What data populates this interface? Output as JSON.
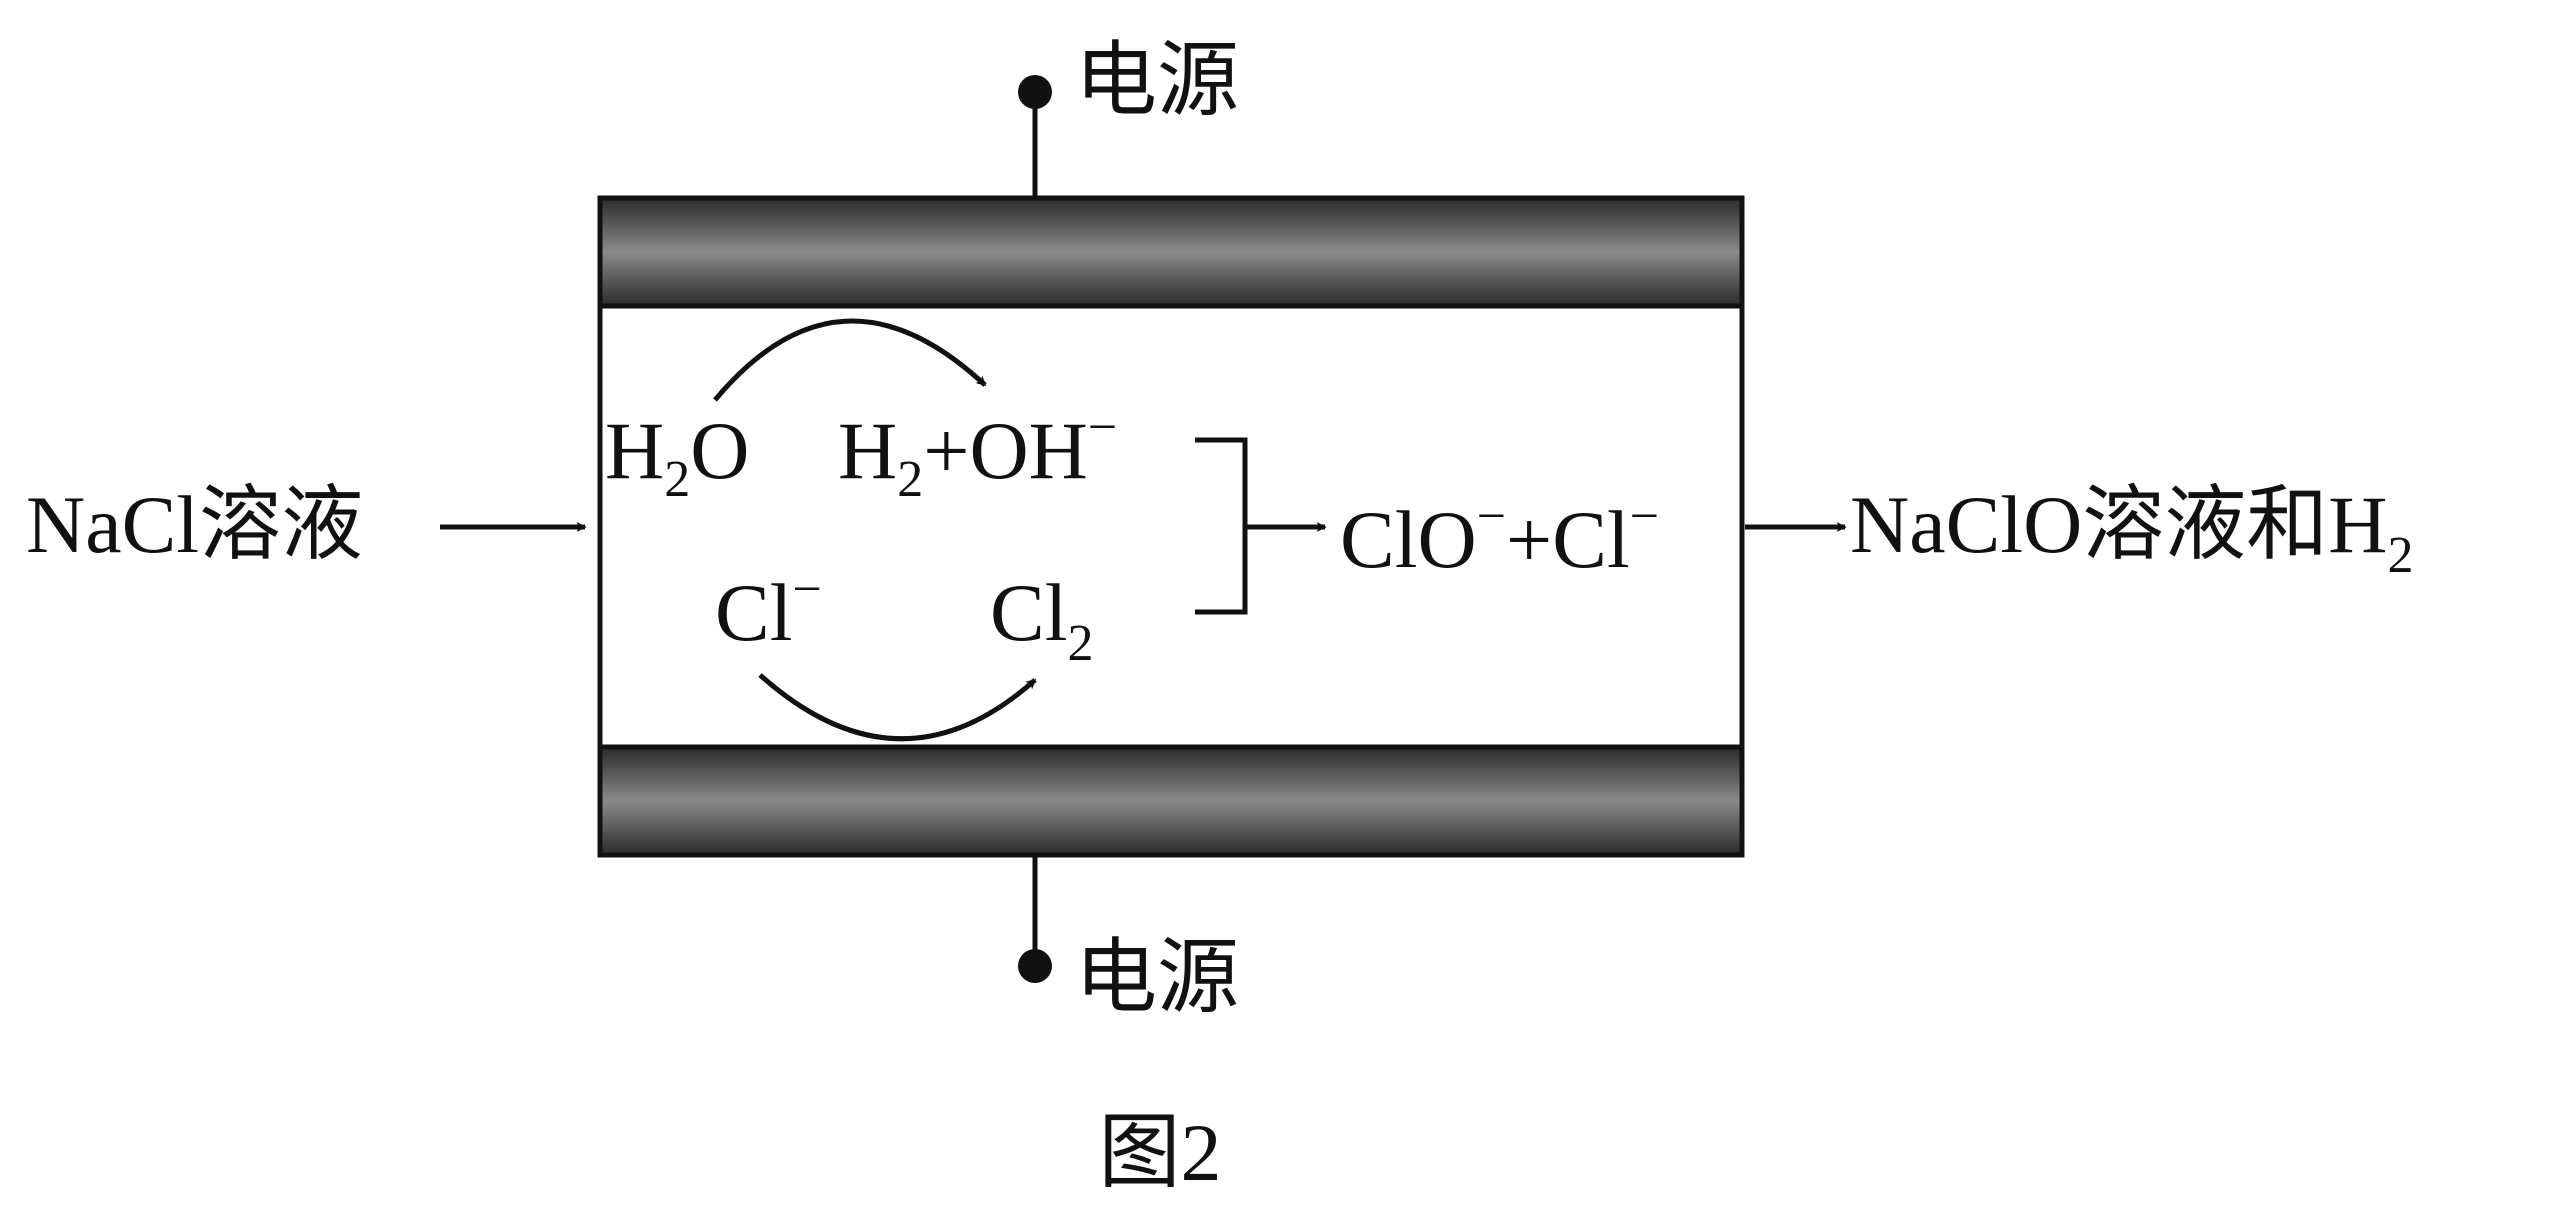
{
  "power_label": "电源",
  "input_label": "NaCl溶液",
  "output_label": "NaClO溶液和H",
  "output_sub": "2",
  "reactions": {
    "top_reactant": "H",
    "top_reactant_sub": "2",
    "top_reactant_rest": "O",
    "top_product_h": "H",
    "top_product_h_sub": "2",
    "top_product_oh": "+OH",
    "top_product_oh_sup": "−",
    "bottom_reactant": "Cl",
    "bottom_reactant_sup": "−",
    "bottom_product": "Cl",
    "bottom_product_sub": "2"
  },
  "result": {
    "clo": "ClO",
    "clo_sup": "−",
    "cl": "+Cl",
    "cl_sup": "−"
  },
  "caption": "图2"
}
